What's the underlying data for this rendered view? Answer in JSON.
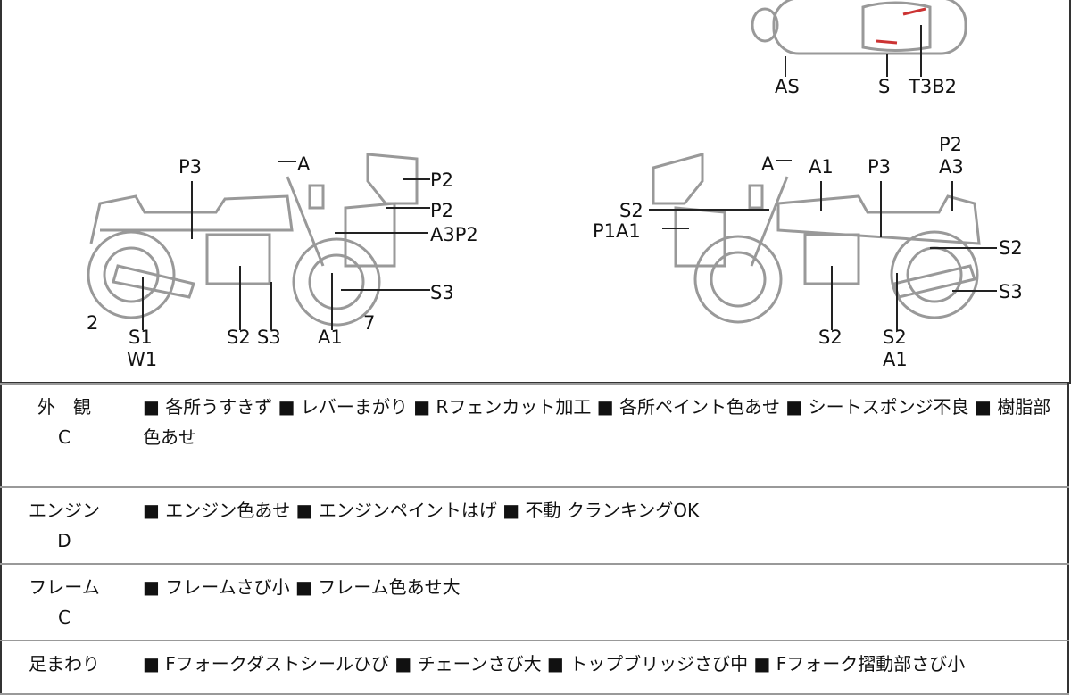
{
  "top_view": {
    "labels": [
      "AS",
      "S",
      "T3B2"
    ]
  },
  "left_bike": {
    "labels": [
      "P3",
      "A",
      "P2",
      "P2",
      "A3P2",
      "S3",
      "2",
      "S1",
      "W1",
      "S2",
      "S3",
      "A1",
      "7"
    ]
  },
  "right_bike": {
    "labels": [
      "A",
      "A1",
      "P3",
      "P2",
      "A3",
      "S2",
      "P1A1",
      "S2",
      "S3",
      "S2",
      "S2",
      "A1"
    ]
  },
  "rows": [
    {
      "name": "外　観",
      "grade": "C",
      "items": "■ 各所うすきず ■ レバーまがり ■ Rフェンカット加工 ■ 各所ペイント色あせ ■ シートスポンジ不良 ■ 樹脂部色あせ"
    },
    {
      "name": "エンジン",
      "grade": "D",
      "items": "■ エンジン色あせ ■ エンジンペイントはげ ■ 不動 クランキングOK"
    },
    {
      "name": "フレーム",
      "grade": "C",
      "items": "■ フレームさび小 ■ フレーム色あせ大"
    },
    {
      "name": "足まわり",
      "grade": "",
      "items": "■ Fフォークダストシールひび ■ チェーンさび大 ■ トップブリッジさび中 ■ Fフォーク摺動部さび小"
    }
  ]
}
